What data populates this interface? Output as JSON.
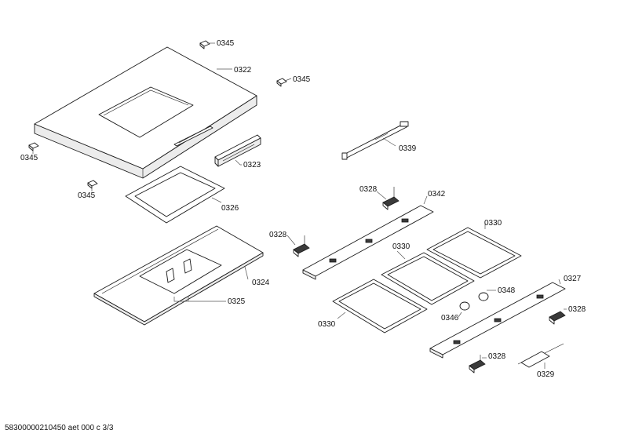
{
  "labels": {
    "l0345a": "0345",
    "l0322": "0322",
    "l0345b": "0345",
    "l0345c": "0345",
    "l0345d": "0345",
    "l0323": "0323",
    "l0326": "0326",
    "l0339": "0339",
    "l0328a": "0328",
    "l0342": "0342",
    "l0328b": "0328",
    "l0330a": "0330",
    "l0330b": "0330",
    "l0324": "0324",
    "l0325": "0325",
    "l0327": "0327",
    "l0348": "0348",
    "l0346": "0346",
    "l0330c": "0330",
    "l0328c": "0328",
    "l0328d": "0328",
    "l0329": "0329"
  },
  "footer": "58300000210450 aet 000 c 3/3"
}
